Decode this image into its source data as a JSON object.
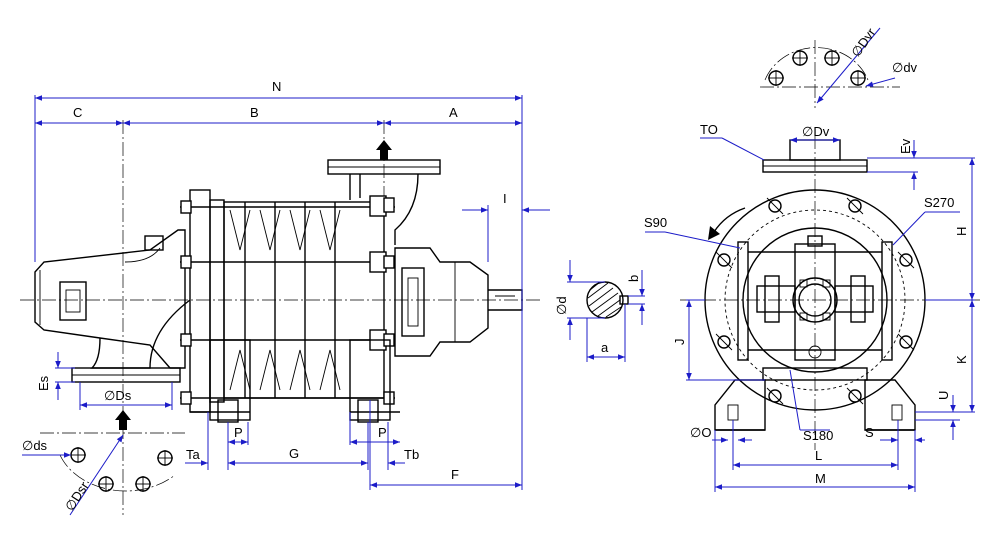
{
  "dimensions": {
    "N": "N",
    "C": "C",
    "B": "B",
    "A": "A",
    "I": "I",
    "d": "∅d",
    "b": "b",
    "a": "a",
    "Es": "Es",
    "Ds": "∅Ds",
    "ds": "∅ds",
    "Dsr": "∅Dsr",
    "Ta": "Ta",
    "Tb": "Tb",
    "P": "P",
    "G": "G",
    "F": "F",
    "Dvr": "∅Dvr",
    "dv": "∅dv",
    "TO": "TO",
    "Dv": "∅Dv",
    "Ev": "Ev",
    "S270": "S270",
    "S90": "S90",
    "H": "H",
    "J": "J",
    "K": "K",
    "U": "U",
    "O": "∅O",
    "S180": "S180",
    "S": "S",
    "L": "L",
    "M": "M"
  }
}
